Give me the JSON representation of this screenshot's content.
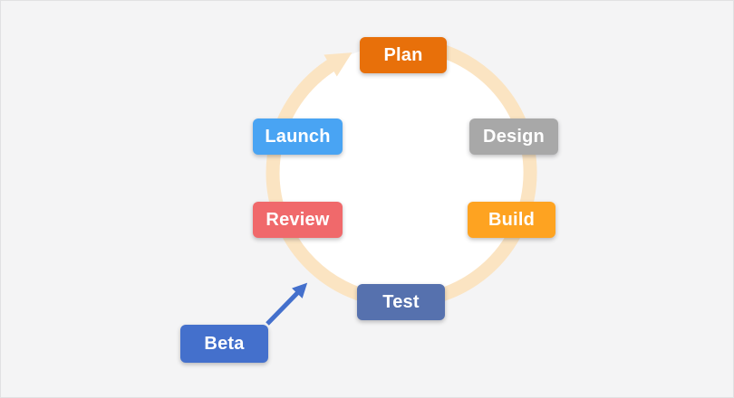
{
  "diagram": {
    "type": "cycle",
    "direction": "clockwise",
    "background": "#f4f4f5",
    "border_color": "#e1e1e3",
    "ring_color": "#fbe4c2",
    "inner_fill": "#ffffff",
    "text_color": "#ffffff",
    "steps": [
      {
        "label": "Plan",
        "color": "#e8700a"
      },
      {
        "label": "Design",
        "color": "#a8a8a8"
      },
      {
        "label": "Build",
        "color": "#fea321"
      },
      {
        "label": "Test",
        "color": "#5671ae"
      },
      {
        "label": "Review",
        "color": "#f0696b"
      },
      {
        "label": "Launch",
        "color": "#49a4f3"
      }
    ],
    "callout": {
      "label": "Beta",
      "color": "#4470cc",
      "arrow_color": "#4470cc",
      "points_to": "ring segment between Review and Test"
    }
  }
}
